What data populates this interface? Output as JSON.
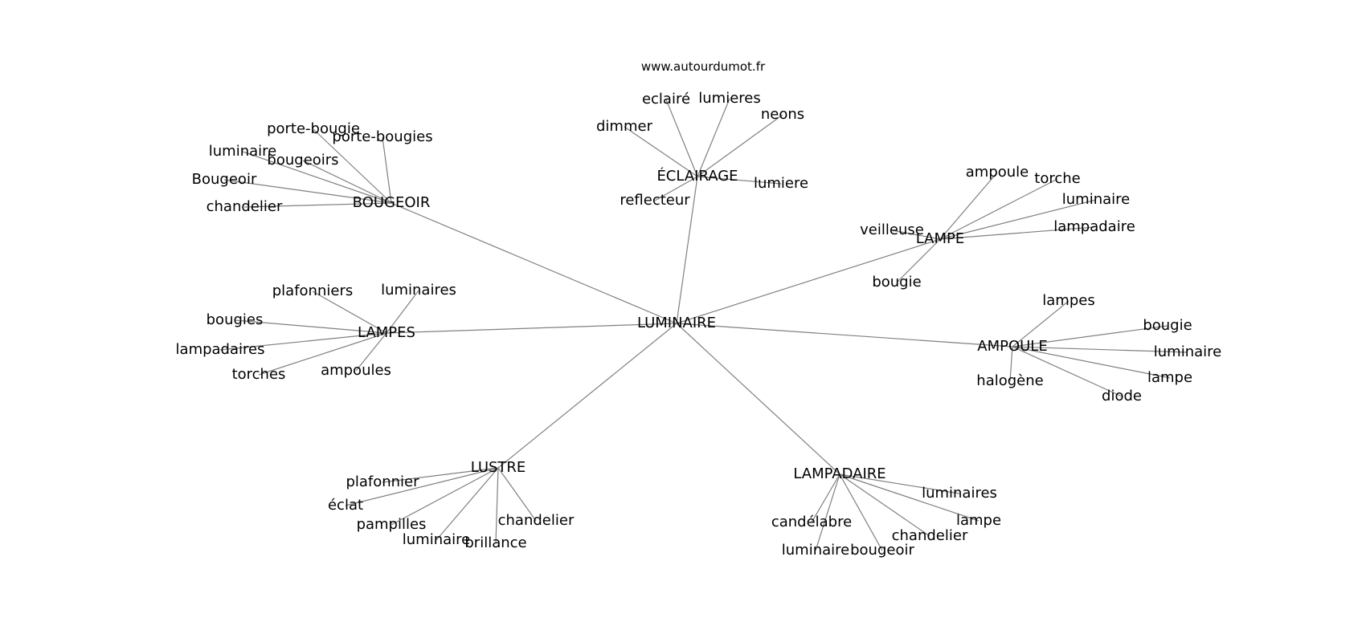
{
  "source_label": "www.autourdumot.fr",
  "graph": {
    "center": "LUMINAIRE",
    "clusters": [
      {
        "id": "eclairage",
        "hub": "ÉCLAIRAGE",
        "leaves": [
          "eclairé",
          "lumieres",
          "neons",
          "dimmer",
          "lumiere",
          "reflecteur"
        ]
      },
      {
        "id": "bougeoir",
        "hub": "BOUGEOIR",
        "leaves": [
          "porte-bougie",
          "porte-bougies",
          "luminaire",
          "bougeoirs",
          "Bougeoir",
          "chandelier"
        ]
      },
      {
        "id": "lampe",
        "hub": "LAMPE",
        "leaves": [
          "ampoule",
          "torche",
          "luminaire",
          "lampadaire",
          "veilleuse",
          "bougie"
        ]
      },
      {
        "id": "lampes",
        "hub": "LAMPES",
        "leaves": [
          "plafonniers",
          "luminaires",
          "bougies",
          "lampadaires",
          "torches",
          "ampoules"
        ]
      },
      {
        "id": "ampoule",
        "hub": "AMPOULE",
        "leaves": [
          "lampes",
          "bougie",
          "luminaire",
          "lampe",
          "halogène",
          "diode"
        ]
      },
      {
        "id": "lustre",
        "hub": "LUSTRE",
        "leaves": [
          "plafonnier",
          "éclat",
          "pampilles",
          "luminaire",
          "brillance",
          "chandelier"
        ]
      },
      {
        "id": "lampadaire",
        "hub": "LAMPADAIRE",
        "leaves": [
          "luminaires",
          "lampe",
          "candélabre",
          "chandelier",
          "luminaire",
          "bougeoir"
        ]
      }
    ]
  }
}
